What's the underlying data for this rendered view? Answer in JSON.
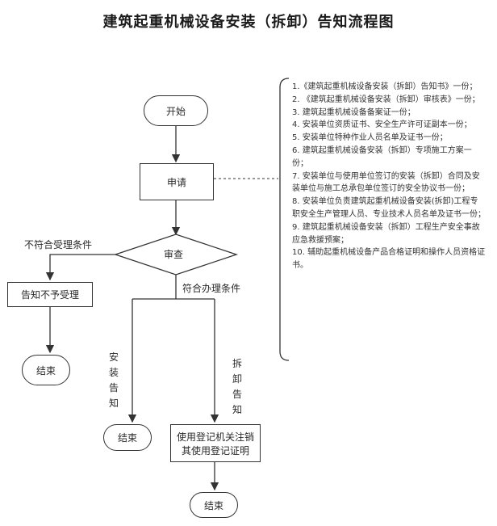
{
  "title": "建筑起重机械设备安装（拆卸）告知流程图",
  "flow": {
    "start": "开始",
    "apply": "申请",
    "review": "审查",
    "reject_condition": "不符合受理条件",
    "reject_notice": "告知不予受理",
    "end_left": "结束",
    "accept_condition": "符合办理条件",
    "install_notice": "安装告知",
    "dismantle_notice": "拆卸告知",
    "end_middle": "结束",
    "cancel_line1": "使用登记机关注销",
    "cancel_line2": "其使用登记证明",
    "end_bottom": "结束"
  },
  "materials": [
    "1.《建筑起重机械设备安装（拆卸）告知书》一份；",
    "2. 《建筑起重机械设备安装（拆卸）审核表》一份；",
    "3. 建筑起重机械设备备案证一份；",
    "4. 安装单位资质证书、安全生产许可证副本一份；",
    "5. 安装单位特种作业人员名单及证书一份；",
    "6. 建筑起重机械设备安装（拆卸）专项施工方案一份；",
    "7. 安装单位与使用单位签订的安装（拆卸）合同及安装单位与施工总承包单位签订的安全协议书一份；",
    "8. 安装单位负责建筑起重机械设备安装(拆卸)工程专职安全生产管理人员、专业技术人员名单及证书一份；",
    "9. 建筑起重机械设备安装（拆卸）工程生产安全事故应急救援预案；",
    "10. 辅助起重机械设备产品合格证明和操作人员资格证书。"
  ]
}
